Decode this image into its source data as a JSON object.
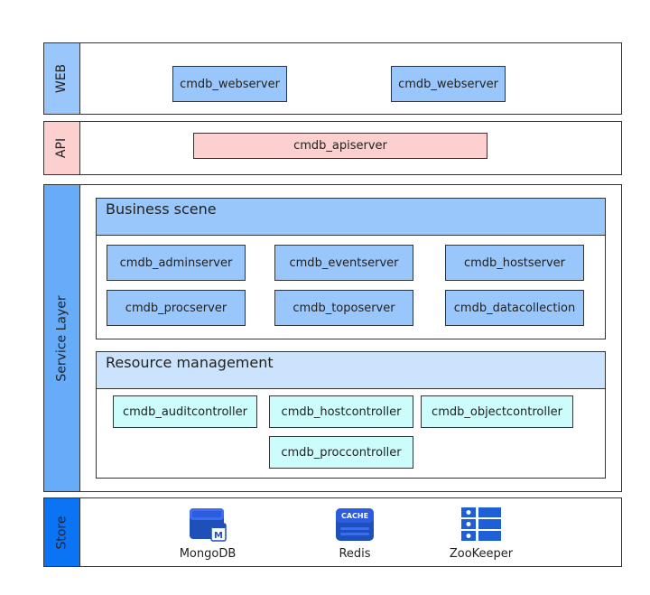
{
  "layers": {
    "web": {
      "label": "WEB",
      "color": "#99c7fb"
    },
    "api": {
      "label": "API",
      "color": "#fdd0d0"
    },
    "service": {
      "label": "Service Layer",
      "color": "#66acf9"
    },
    "store": {
      "label": "Store",
      "color": "#0a74f5"
    }
  },
  "web_components": [
    "cmdb_webserver",
    "cmdb_webserver"
  ],
  "api_components": [
    "cmdb_apiserver"
  ],
  "business_scene": {
    "title": "Business scene",
    "items": [
      "cmdb_adminserver",
      "cmdb_eventserver",
      "cmdb_hostserver",
      "cmdb_procserver",
      "cmdb_toposerver",
      "cmdb_datacollection"
    ]
  },
  "resource_management": {
    "title": "Resource management",
    "items": [
      "cmdb_auditcontroller",
      "cmdb_hostcontroller",
      "cmdb_objectcontroller",
      "cmdb_proccontroller"
    ]
  },
  "store": {
    "items": [
      {
        "label": "MongoDB",
        "icon": "mongodb-icon",
        "badge": "M"
      },
      {
        "label": "Redis",
        "icon": "cache-icon",
        "badge": "CACHE"
      },
      {
        "label": "ZooKeeper",
        "icon": "zookeeper-icon"
      }
    ]
  }
}
